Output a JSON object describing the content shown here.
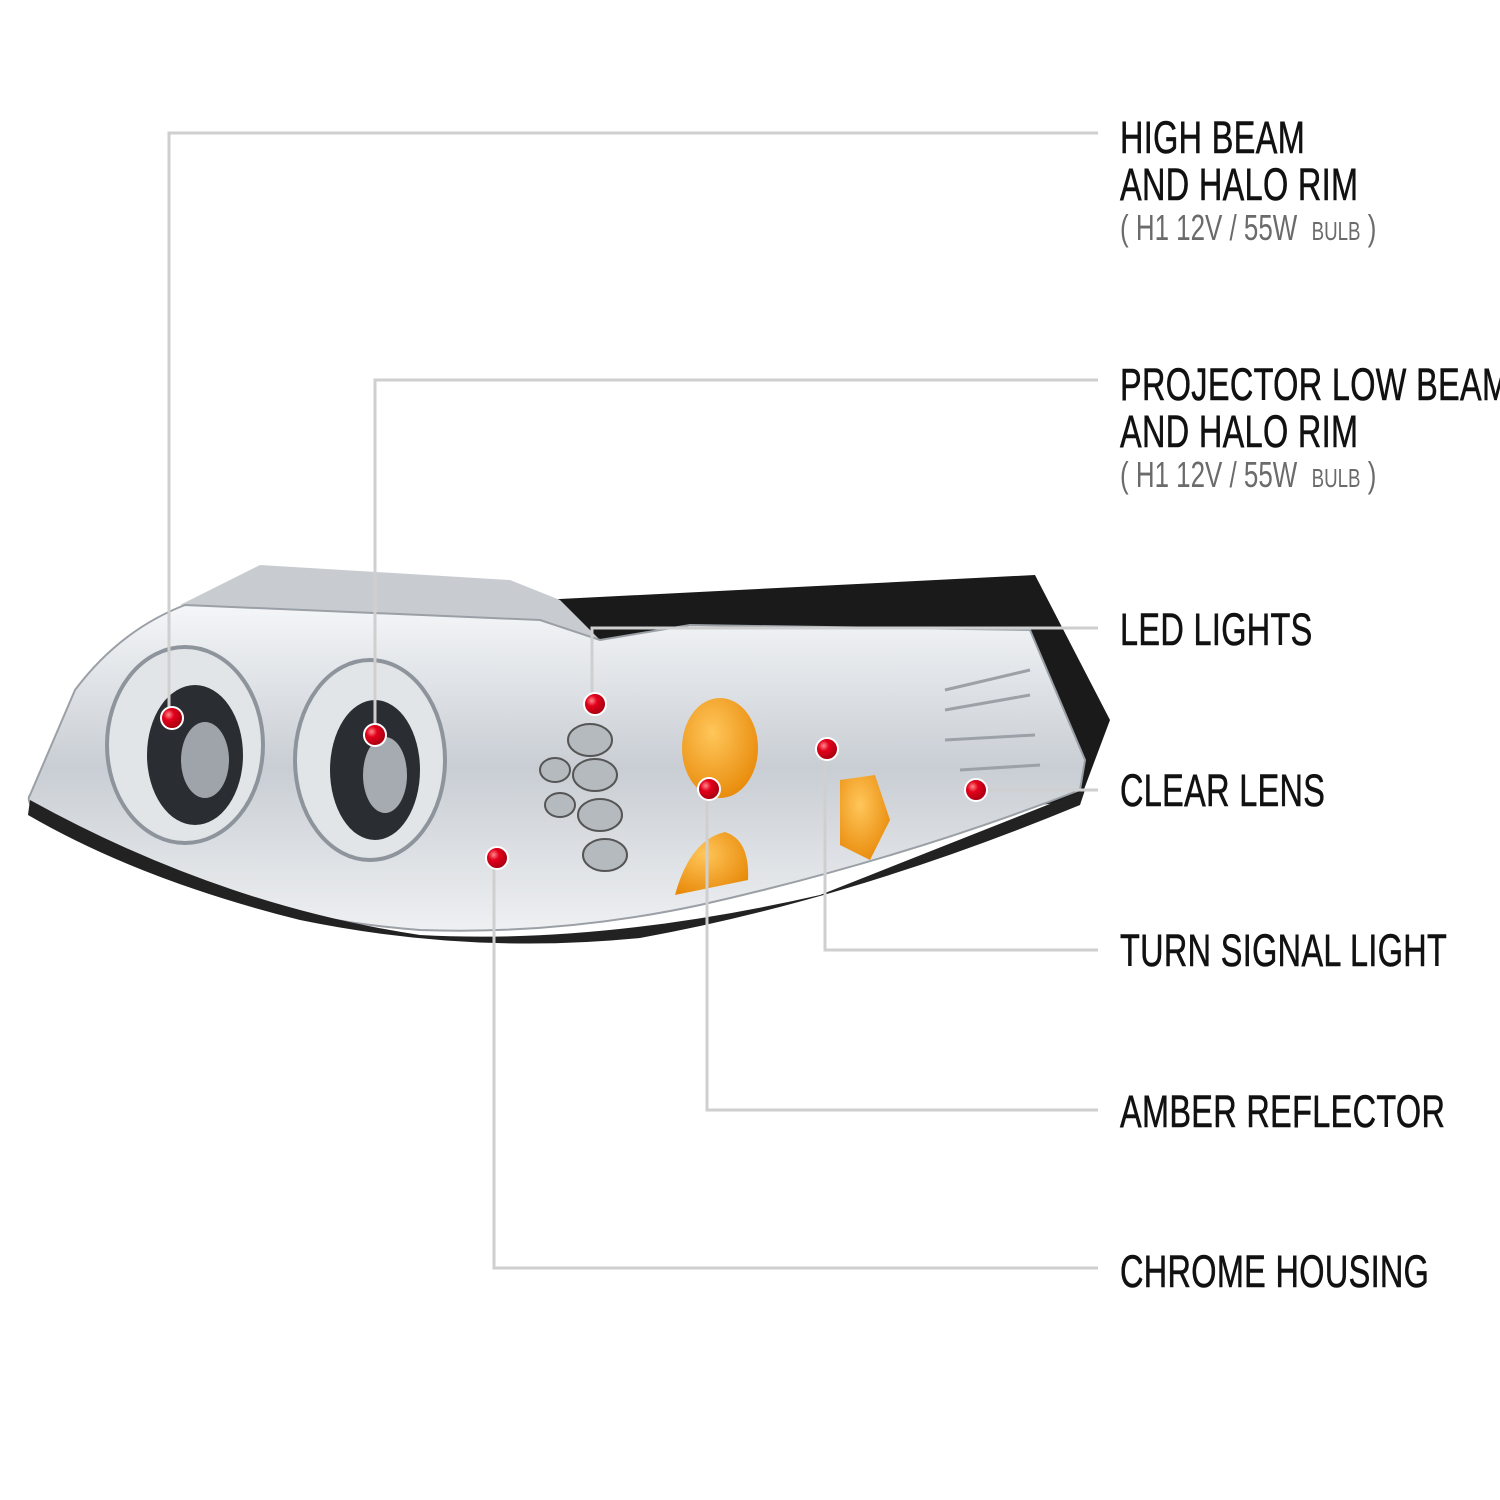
{
  "callouts": [
    {
      "title_lines": [
        "HIGH BEAM",
        "AND HALO RIM"
      ],
      "spec": {
        "open": "(",
        "bulb": "H1  12V / 55W",
        "suffix": "BULB",
        "close": ")"
      }
    },
    {
      "title_lines": [
        "PROJECTOR LOW BEAM",
        "AND HALO RIM"
      ],
      "spec": {
        "open": "(",
        "bulb": "H1  12V / 55W",
        "suffix": "BULB",
        "close": ")"
      }
    },
    {
      "title_lines": [
        "LED LIGHTS"
      ]
    },
    {
      "title_lines": [
        "CLEAR LENS"
      ]
    },
    {
      "title_lines": [
        "TURN SIGNAL LIGHT"
      ]
    },
    {
      "title_lines": [
        "AMBER REFLECTOR"
      ]
    },
    {
      "title_lines": [
        "CHROME HOUSING"
      ]
    }
  ],
  "colors": {
    "marker": "#e3001b",
    "leader_line": "#cfcfcf",
    "amber": "#f29a1a",
    "chrome": "#d9dde2",
    "housing_black": "#1a1a1a"
  }
}
